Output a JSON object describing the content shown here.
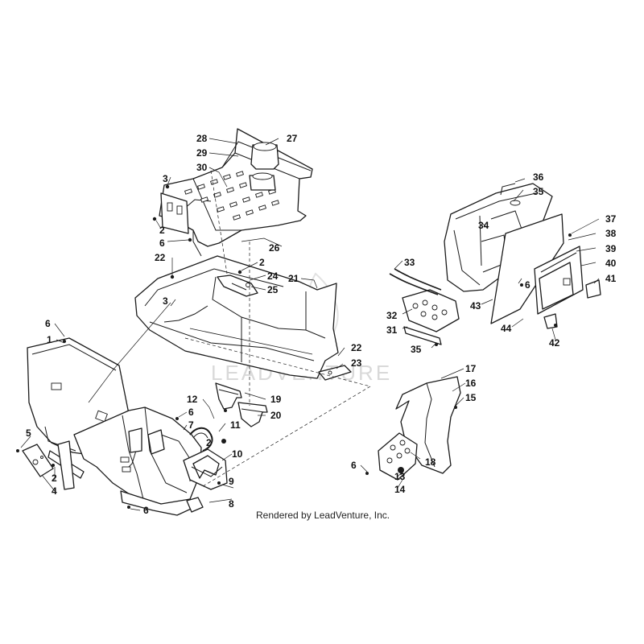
{
  "diagram": {
    "watermark": "LEADVENTURE",
    "credit": "Rendered by LeadVenture, Inc."
  },
  "callouts": [
    {
      "n": "1"
    },
    {
      "n": "2"
    },
    {
      "n": "2"
    },
    {
      "n": "2"
    },
    {
      "n": "2"
    },
    {
      "n": "3"
    },
    {
      "n": "3"
    },
    {
      "n": "4"
    },
    {
      "n": "5"
    },
    {
      "n": "6"
    },
    {
      "n": "6"
    },
    {
      "n": "6"
    },
    {
      "n": "6"
    },
    {
      "n": "6"
    },
    {
      "n": "6"
    },
    {
      "n": "7"
    },
    {
      "n": "8"
    },
    {
      "n": "9"
    },
    {
      "n": "10"
    },
    {
      "n": "11"
    },
    {
      "n": "12"
    },
    {
      "n": "13"
    },
    {
      "n": "14"
    },
    {
      "n": "15"
    },
    {
      "n": "16"
    },
    {
      "n": "17"
    },
    {
      "n": "18"
    },
    {
      "n": "19"
    },
    {
      "n": "20"
    },
    {
      "n": "21"
    },
    {
      "n": "22"
    },
    {
      "n": "22"
    },
    {
      "n": "23"
    },
    {
      "n": "24"
    },
    {
      "n": "25"
    },
    {
      "n": "26"
    },
    {
      "n": "27"
    },
    {
      "n": "28"
    },
    {
      "n": "29"
    },
    {
      "n": "30"
    },
    {
      "n": "31"
    },
    {
      "n": "32"
    },
    {
      "n": "33"
    },
    {
      "n": "34"
    },
    {
      "n": "35"
    },
    {
      "n": "35"
    },
    {
      "n": "36"
    },
    {
      "n": "37"
    },
    {
      "n": "38"
    },
    {
      "n": "39"
    },
    {
      "n": "40"
    },
    {
      "n": "41"
    },
    {
      "n": "42"
    },
    {
      "n": "43"
    },
    {
      "n": "44"
    }
  ]
}
